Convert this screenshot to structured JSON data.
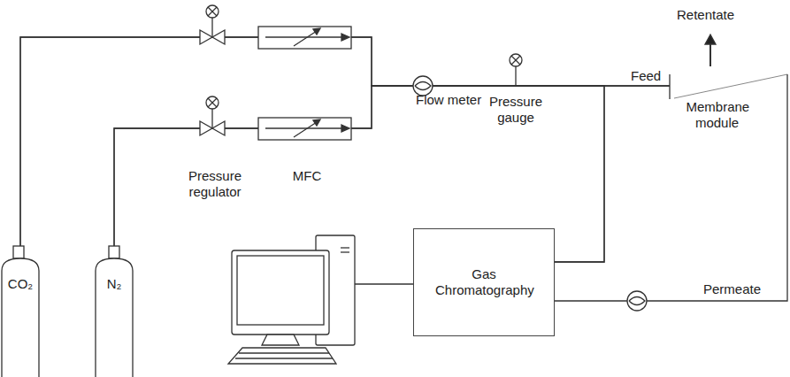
{
  "diagram": {
    "nodes": [
      {
        "text": [
          "CO₂"
        ]
      },
      {
        "text": [
          "N₂"
        ]
      },
      {
        "text": [
          "Gas Chromatography"
        ]
      },
      {
        "text": [
          "Membrane module"
        ]
      }
    ],
    "edges": [
      {
        "from": 0,
        "to": 3,
        "arrow": "none"
      },
      {
        "from": 1,
        "to": 3,
        "arrow": "none"
      },
      {
        "from": 0,
        "to": 2,
        "arrow": "none"
      },
      {
        "from": 1,
        "to": 2,
        "arrow": "none"
      },
      {
        "from": 3,
        "to": 2,
        "arrow": "none",
        "label": "Permeate"
      }
    ],
    "labels": [
      "Pressure regulator",
      "MFC",
      "Flow meter",
      "Pressure gauge",
      "Feed",
      "Retentate"
    ]
  }
}
